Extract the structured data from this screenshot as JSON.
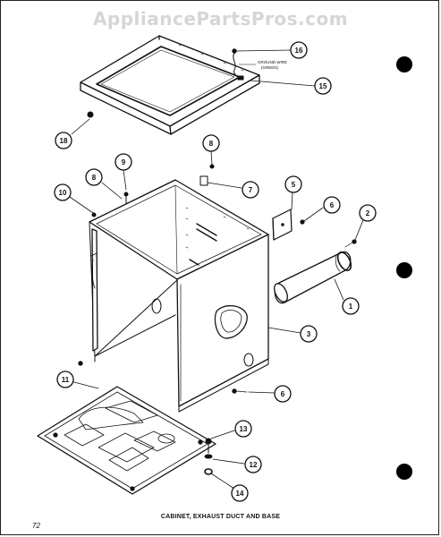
{
  "watermark": "AppliancePartsPros.com",
  "caption": "CABINET, EXHAUST DUCT AND BASE",
  "page_number": "72",
  "ground_wire_note": {
    "line1": "GROUND WIRE",
    "line2": "(GREEN)"
  },
  "callouts": [
    {
      "id": "16",
      "label": "16"
    },
    {
      "id": "15",
      "label": "15"
    },
    {
      "id": "18",
      "label": "18"
    },
    {
      "id": "8a",
      "label": "8"
    },
    {
      "id": "9",
      "label": "9"
    },
    {
      "id": "8b",
      "label": "8"
    },
    {
      "id": "7",
      "label": "7"
    },
    {
      "id": "10",
      "label": "10"
    },
    {
      "id": "5",
      "label": "5"
    },
    {
      "id": "6a",
      "label": "6"
    },
    {
      "id": "2",
      "label": "2"
    },
    {
      "id": "1",
      "label": "1"
    },
    {
      "id": "3",
      "label": "3"
    },
    {
      "id": "6b",
      "label": "6"
    },
    {
      "id": "11",
      "label": "11"
    },
    {
      "id": "13",
      "label": "13"
    },
    {
      "id": "12",
      "label": "12"
    },
    {
      "id": "14",
      "label": "14"
    }
  ]
}
